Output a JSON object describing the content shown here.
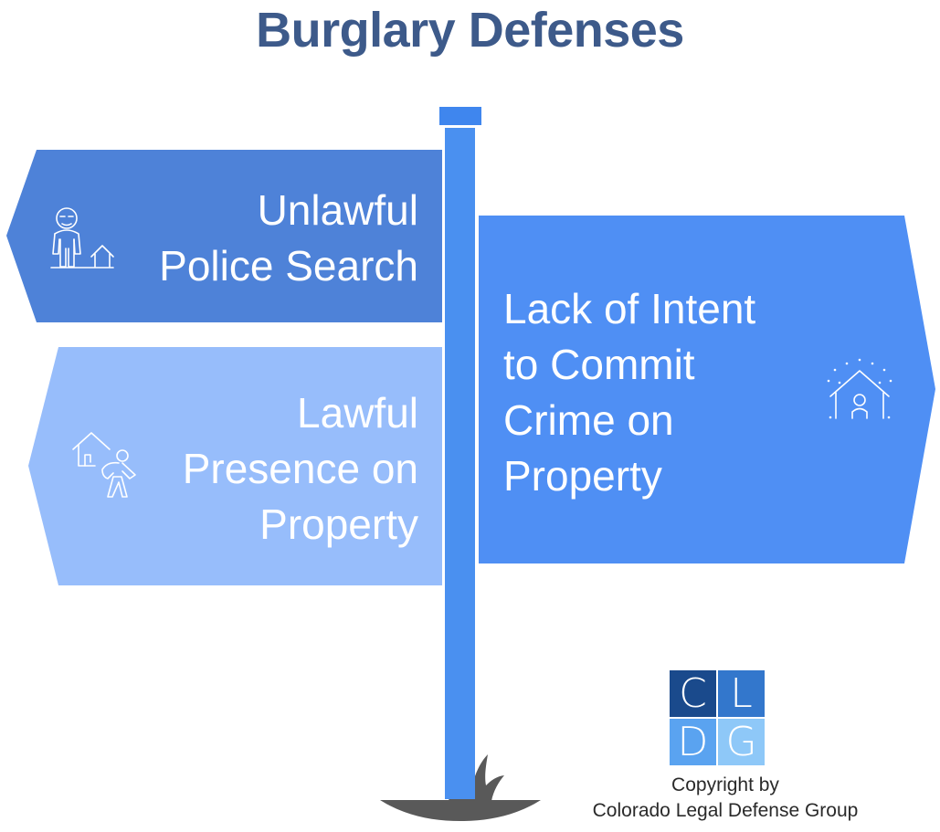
{
  "title": "Burglary Defenses",
  "colors": {
    "title": "#3d5a8a",
    "post": "#4a90f0",
    "post_cap": "#3f86ee",
    "sign_unlawful_search": "#4e82d8",
    "sign_lawful_presence": "#97bdfb",
    "sign_lack_of_intent": "#4f8ff4",
    "ground": "#595959",
    "logo_c": "#1a4a8c",
    "logo_l": "#3377cc",
    "logo_d": "#5aa3f0",
    "logo_g": "#8ec8f8"
  },
  "signs": [
    {
      "id": "unlawful-police-search",
      "lines": [
        "Unlawful",
        "Police Search"
      ],
      "icon": "person-near-house-icon",
      "direction": "left"
    },
    {
      "id": "lawful-presence",
      "lines": [
        "Lawful",
        "Presence on",
        "Property"
      ],
      "icon": "house-with-fallen-person-icon",
      "direction": "left"
    },
    {
      "id": "lack-of-intent",
      "lines": [
        "Lack of Intent",
        "to Commit",
        "Crime on",
        "Property"
      ],
      "icon": "person-in-house-icon",
      "direction": "right"
    }
  ],
  "logo": {
    "letters": [
      "C",
      "L",
      "D",
      "G"
    ]
  },
  "copyright": {
    "line1": "Copyright by",
    "line2": "Colorado Legal Defense Group"
  }
}
